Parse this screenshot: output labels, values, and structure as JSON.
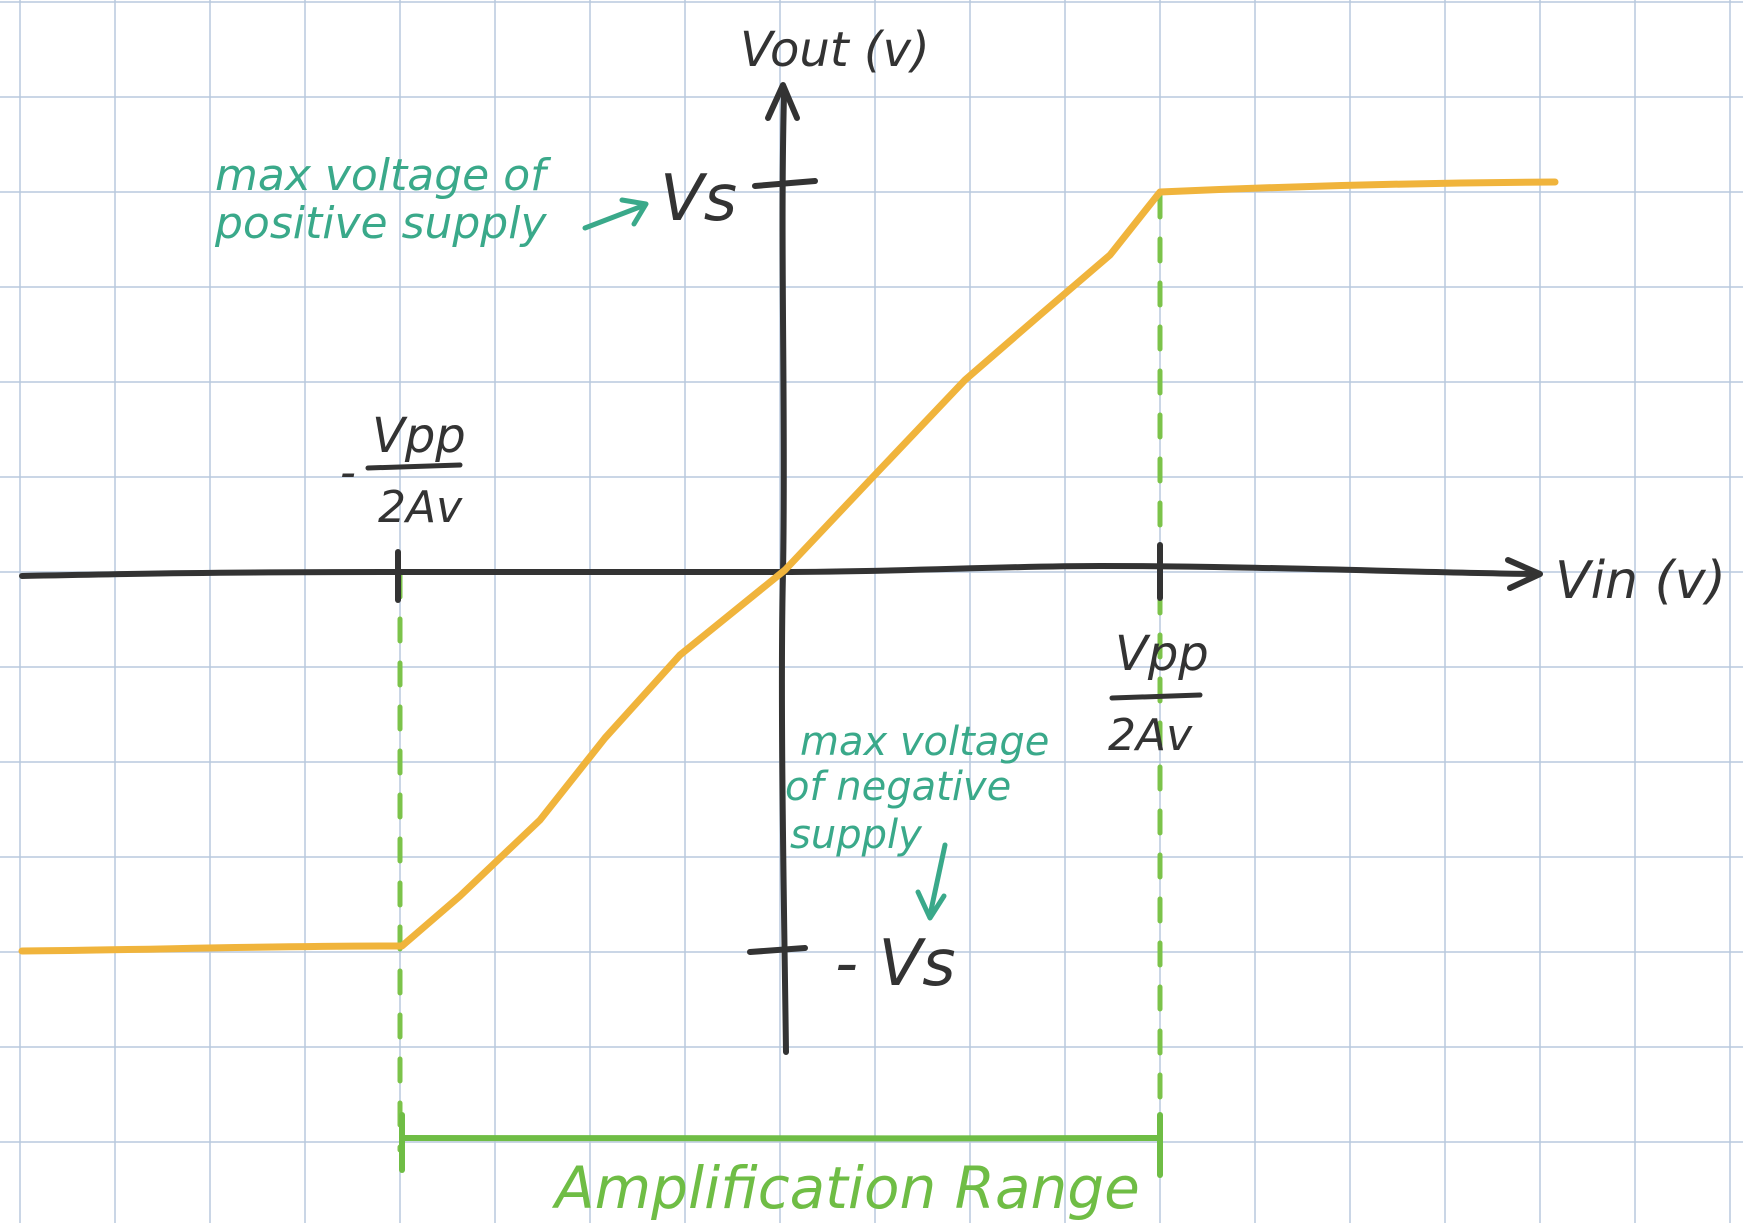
{
  "colors": {
    "background": "#ffffff",
    "grid": "#b8c9dd",
    "axis": "#333333",
    "curve": "#f0b43c",
    "annotation_teal": "#3aa98a",
    "dashed_green": "#7cc34a",
    "range_green": "#6fbd45"
  },
  "axes": {
    "y_label": "Vout (v)",
    "x_label": "Vin (v)",
    "y_top_tick_label": "Vs",
    "y_bottom_tick_label": "- Vs",
    "x_left_tick_label_numerator": "Vpp",
    "x_left_tick_label_denominator": "2Av",
    "x_left_tick_sign": "-",
    "x_right_tick_label_numerator": "Vpp",
    "x_right_tick_label_denominator": "2Av"
  },
  "annotations": {
    "positive_supply_line1": "max voltage of",
    "positive_supply_line2": "positive supply",
    "negative_supply_line1": "max voltage",
    "negative_supply_line2": "of negative",
    "negative_supply_line3": "supply",
    "range_label": "Amplification Range"
  },
  "transfer_curve": {
    "saturation_high": "Vs",
    "saturation_low": "-Vs",
    "linear_region_from": "-Vpp/2Av",
    "linear_region_to": "Vpp/2Av"
  }
}
